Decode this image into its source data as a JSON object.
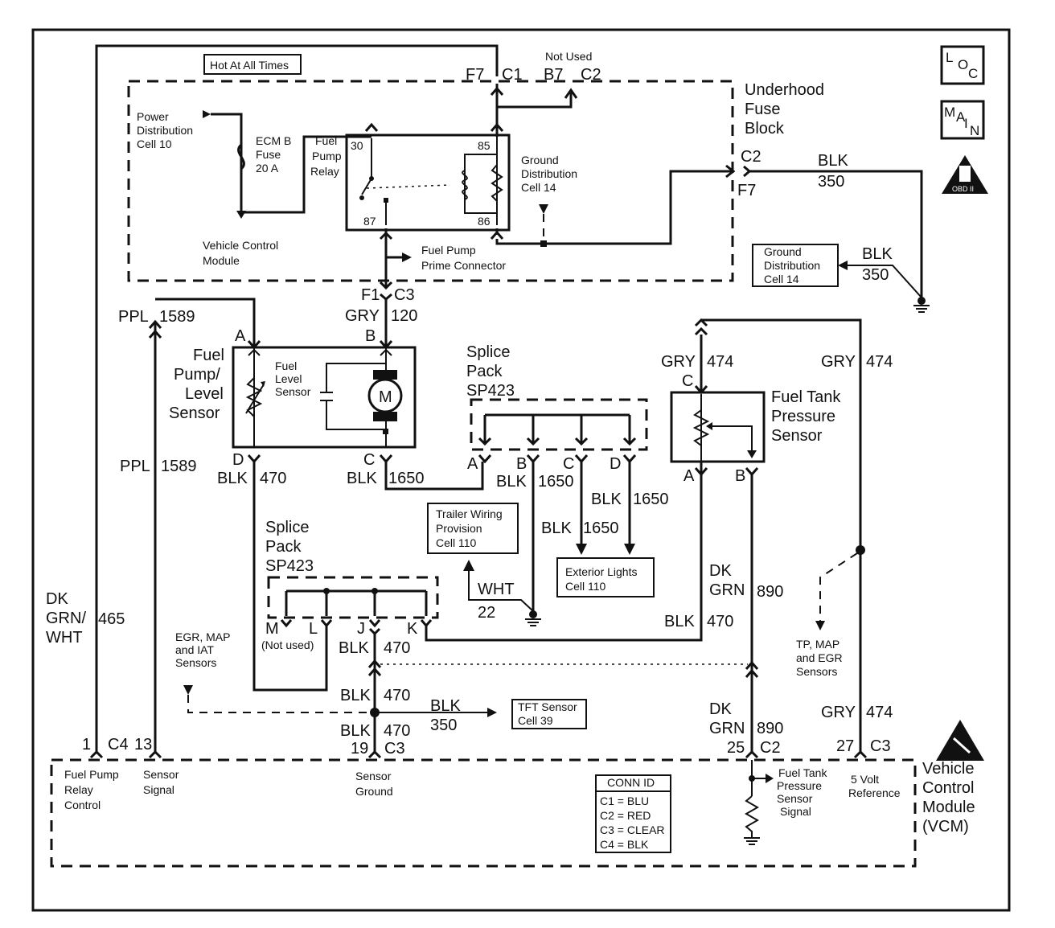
{
  "modules": {
    "fuse_block": [
      "Underhood",
      "Fuse",
      "Block"
    ],
    "vcm": [
      "Vehicle",
      "Control",
      "Module",
      "(VCM)"
    ]
  },
  "top_labels": {
    "hot": "Hot At All Times",
    "not_used": "Not Used",
    "f7": "F7",
    "c1": "C1",
    "b7": "B7",
    "c2": "C2"
  },
  "fuse_block_inner": {
    "power_distribution": [
      "Power",
      "Distribution",
      "Cell 10"
    ],
    "ecm_fuse": [
      "ECM B",
      "Fuse",
      "20 A"
    ],
    "fuel_pump_relay": [
      "Fuel",
      "Pump",
      "Relay"
    ],
    "vehicle_control_module": [
      "Vehicle Control",
      "Module"
    ],
    "ground_distribution": [
      "Ground",
      "Distribution",
      "Cell 14"
    ],
    "relay_pins": {
      "p30": "30",
      "p85": "85",
      "p87": "87",
      "p86": "86"
    },
    "prime_connector": [
      "Fuel Pump",
      "Prime  Connector"
    ]
  },
  "right_ground": {
    "c2": "C2",
    "f7": "F7",
    "blk": "BLK",
    "num": "350",
    "box": [
      "Ground",
      "Distribution",
      "Cell 14"
    ],
    "blk2": "BLK",
    "num2": "350"
  },
  "badges": {
    "loc": [
      "L",
      "O",
      "C"
    ],
    "main": [
      "M",
      "A",
      "I",
      "N"
    ],
    "obd": "OBD II"
  },
  "fuel_pump": {
    "f1": "F1",
    "c3": "C3",
    "gry": "GRY",
    "gry_num": "120",
    "ppl": "PPL",
    "ppl_num": "1589",
    "pin_a": "A",
    "pin_b": "B",
    "title": [
      "Fuel",
      "Pump/",
      "Level",
      "Sensor"
    ],
    "fuel_level": [
      "Fuel",
      "Level",
      "Sensor"
    ],
    "motor": "M",
    "pin_d": "D",
    "pin_c": "C",
    "blk_d": "BLK",
    "num_d": "470",
    "blk_c": "BLK",
    "num_c": "1650",
    "ppl2": "PPL",
    "ppl2_num": "1589"
  },
  "splice_top": {
    "title": [
      "Splice",
      "Pack",
      "SP423"
    ],
    "pins": [
      "A",
      "B",
      "C",
      "D"
    ],
    "blk_b": "BLK",
    "num_b": "1650",
    "blk_d": "BLK",
    "num_d": "1650",
    "blk_c": "BLK",
    "num_c": "1650"
  },
  "trailer": [
    "Trailer Wiring",
    "Provision",
    "Cell 110"
  ],
  "wht": {
    "label": "WHT",
    "num": "22"
  },
  "exterior": [
    "Exterior Lights",
    "Cell 110"
  ],
  "splice_bottom": {
    "title": [
      "Splice",
      "Pack",
      "SP423"
    ],
    "pin_m": "M",
    "not_used": "(Not used)",
    "pin_l": "L",
    "pin_j": "J",
    "pin_k": "K",
    "blk_j": "BLK",
    "num_j": "470"
  },
  "left_wire": {
    "dk": "DK",
    "grn": "GRN/",
    "wht": "WHT",
    "num": "465"
  },
  "egr": [
    "EGR, MAP",
    "and IAT",
    "Sensors"
  ],
  "ground_wire": {
    "blk1": "BLK",
    "num1": "470",
    "blk2": "BLK",
    "num2": "350",
    "blk3": "BLK",
    "num3": "470",
    "tft": [
      "TFT Sensor",
      "Cell 39"
    ]
  },
  "pressure": {
    "gry": "GRY",
    "num": "474",
    "pin_c": "C",
    "title": [
      "Fuel Tank",
      "Pressure",
      "Sensor"
    ],
    "pin_a": "A",
    "pin_b": "B",
    "gry2": "GRY",
    "num2": "474",
    "dk": "DK",
    "grn": "GRN",
    "num3": "890",
    "blk": "BLK",
    "num4": "470",
    "tp": [
      "TP, MAP",
      "and EGR",
      "Sensors"
    ],
    "dk2": "DK",
    "grn2": "GRN",
    "num5": "890",
    "gry3": "GRY",
    "num6": "474"
  },
  "connectors": {
    "p1": "1",
    "c4": "C4",
    "p13": "13",
    "p19": "19",
    "c3": "C3",
    "p25": "25",
    "c2": "C2",
    "p27": "27",
    "c3b": "C3"
  },
  "vcm_inner": {
    "fuel_pump_relay": [
      "Fuel Pump",
      "Relay",
      "Control"
    ],
    "sensor_signal": [
      "Sensor",
      "Signal"
    ],
    "sensor_ground": [
      "Sensor",
      "Ground"
    ],
    "conn_id": {
      "title": "CONN ID",
      "rows": [
        "C1 = BLU",
        "C2 = RED",
        "C3 = CLEAR",
        "C4 = BLK"
      ]
    },
    "pressure_signal": [
      "Fuel Tank",
      "Pressure",
      "Sensor",
      "Signal"
    ],
    "ref": [
      "5 Volt",
      "Reference"
    ]
  }
}
